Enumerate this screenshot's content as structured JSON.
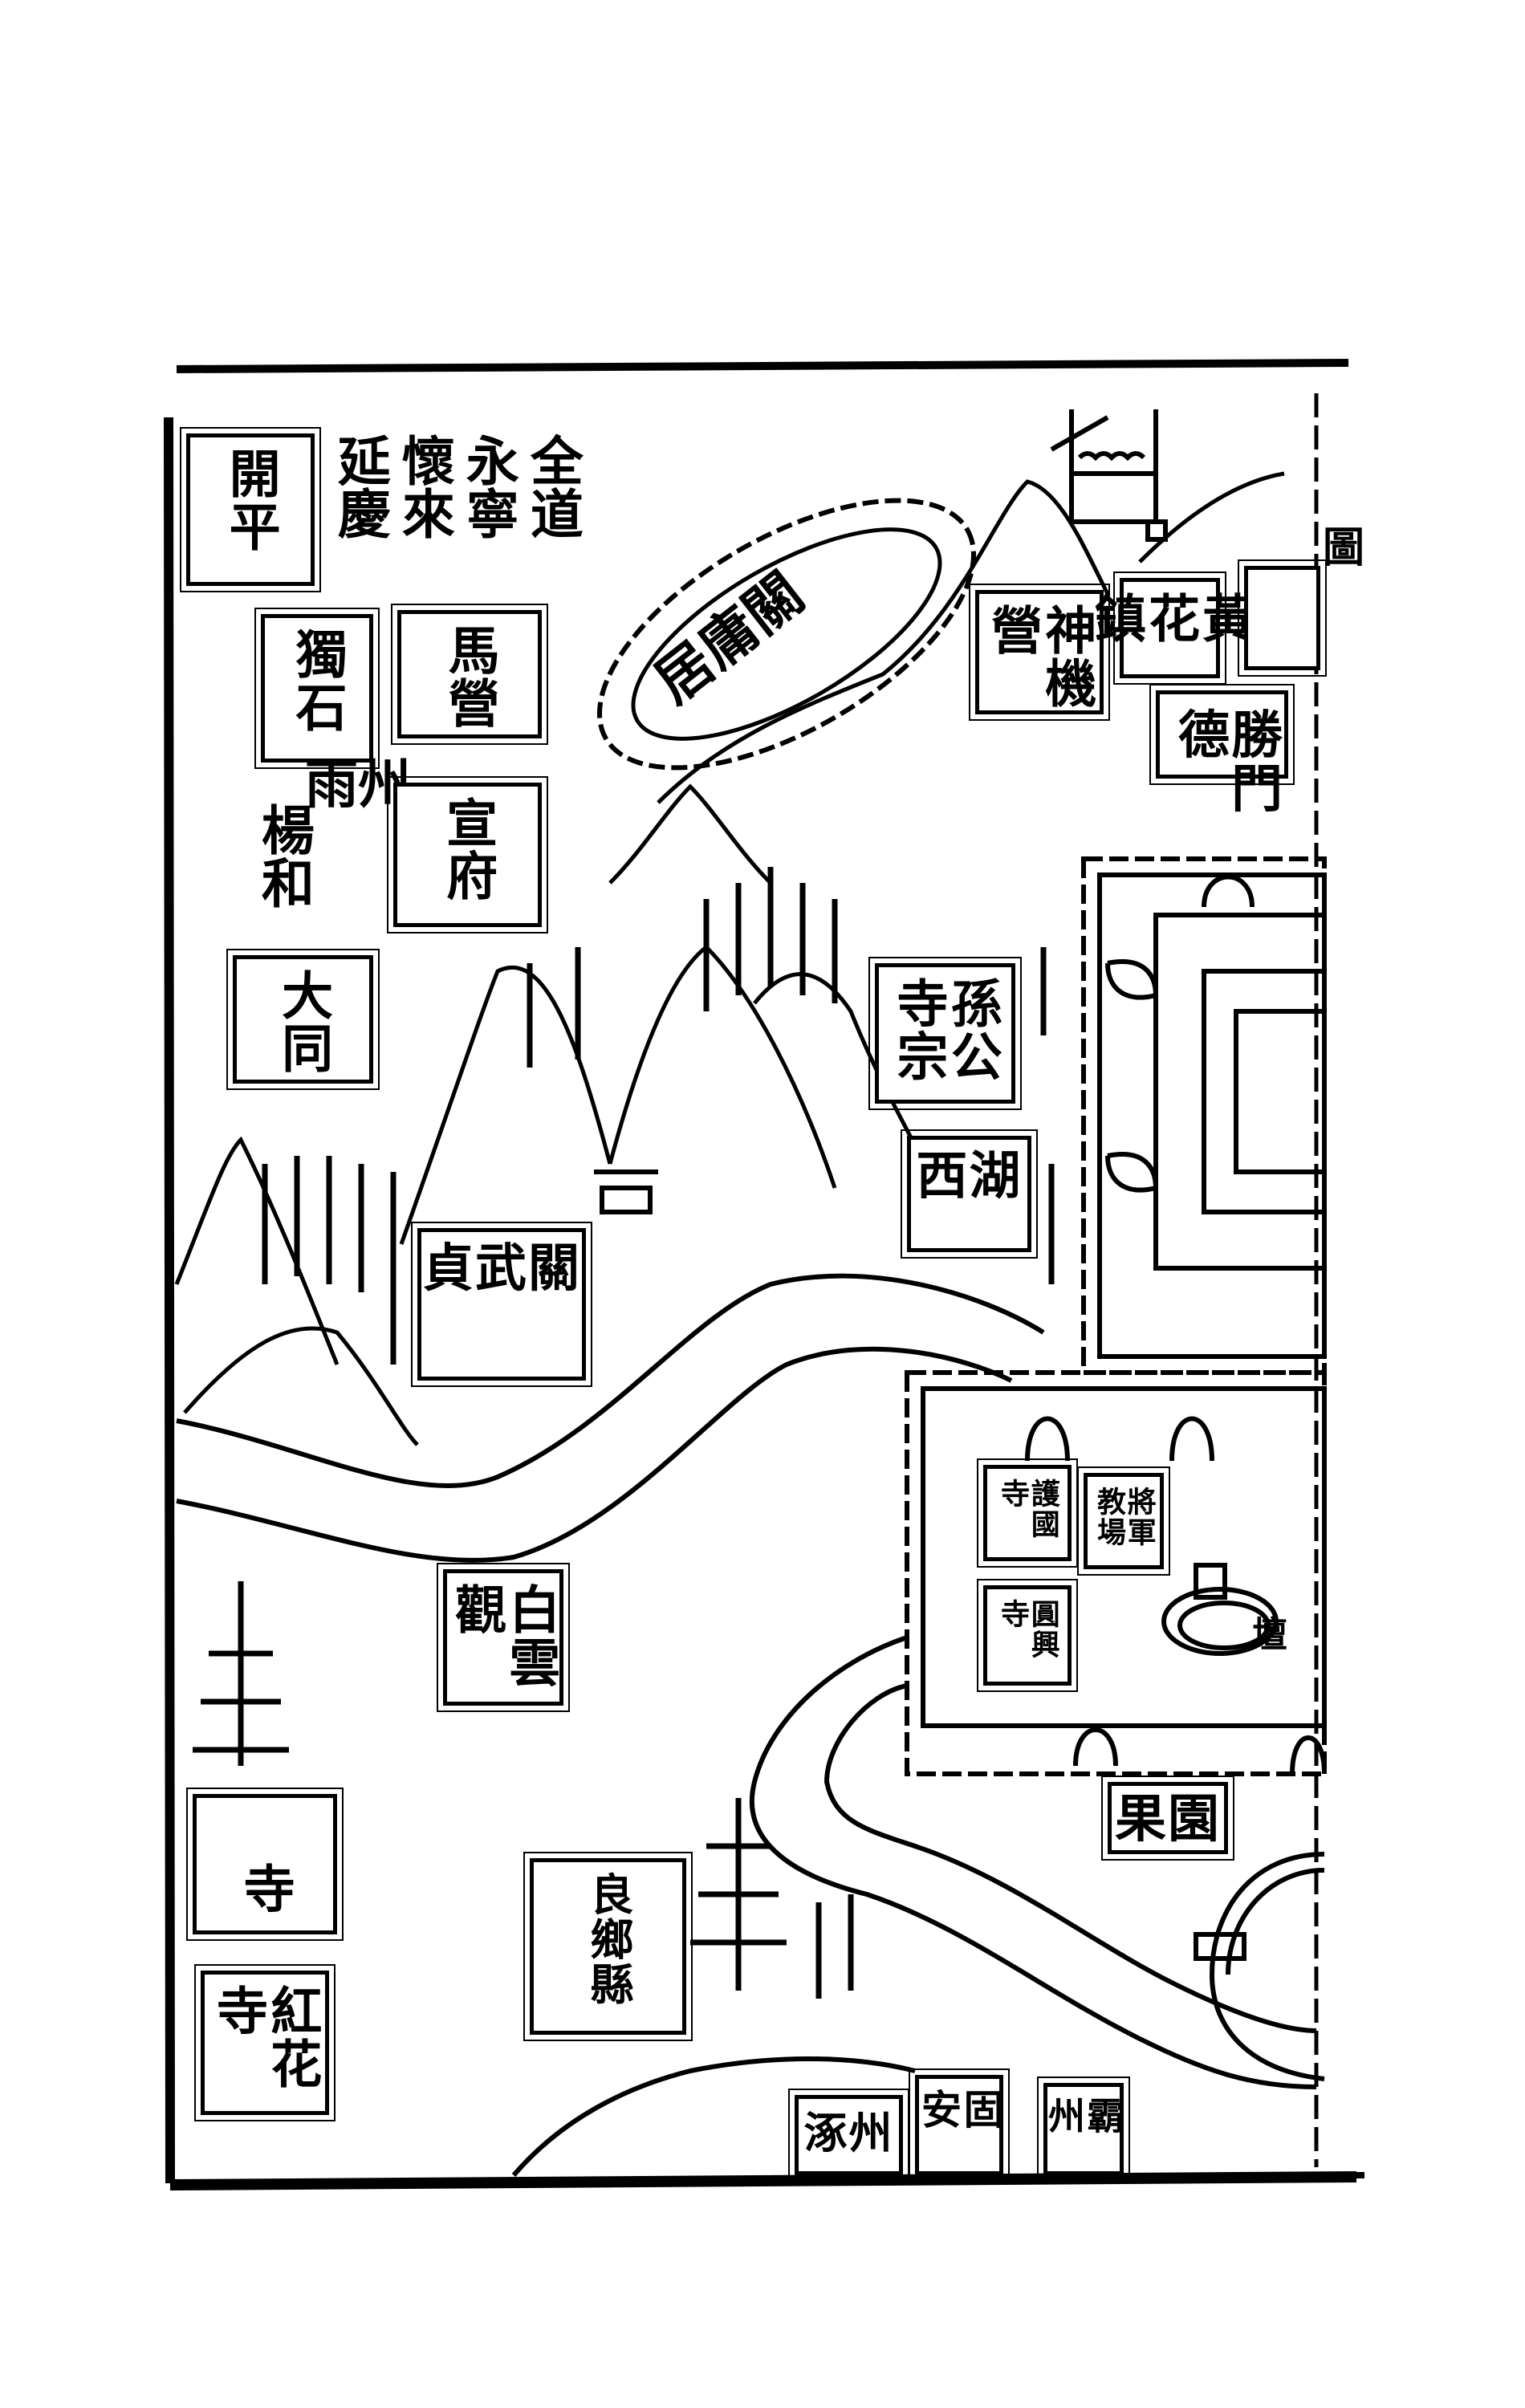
{
  "map": {
    "title_fragment_margin": "圖",
    "route_text": [
      "全道",
      "永寧",
      "懷來",
      "延慶"
    ],
    "free_labels": {
      "yuzhou": "雨州",
      "yanghe": "楊和"
    },
    "oval_label": "居庸關",
    "boxed_labels": [
      {
        "id": "kaiping",
        "text": "開平"
      },
      {
        "id": "dushi",
        "text": "獨石"
      },
      {
        "id": "maying",
        "text": "馬營"
      },
      {
        "id": "xuanfu",
        "text": "宣府"
      },
      {
        "id": "datong",
        "text": "大同"
      },
      {
        "id": "shenjiying",
        "text": "神機營"
      },
      {
        "id": "huanghuazhen",
        "text": "黃花鎮"
      },
      {
        "id": "deshengmen",
        "text": "德勝門"
      },
      {
        "id": "sungongsi",
        "text": "孫公寺宗"
      },
      {
        "id": "xihu",
        "text": "西湖"
      },
      {
        "id": "zhenwuguan",
        "text": "貞武關"
      },
      {
        "id": "huguosi",
        "text": "護國寺"
      },
      {
        "id": "jiangjun",
        "text": "將軍教場"
      },
      {
        "id": "yuanxingsi",
        "text": "圓興寺"
      },
      {
        "id": "baiyunguan",
        "text": "白雲觀"
      },
      {
        "id": "guoyuan",
        "text": "果園"
      },
      {
        "id": "si_fragment",
        "text": "寺"
      },
      {
        "id": "honghuasi",
        "text": "紅花寺"
      },
      {
        "id": "liangxiangxian",
        "text": "良鄉縣"
      },
      {
        "id": "zhuozhou",
        "text": "涿州"
      },
      {
        "id": "guan",
        "text": "固安"
      },
      {
        "id": "bazhou",
        "text": "霸州"
      }
    ],
    "altar_label": "壇"
  },
  "colors": {
    "ink": "#000000",
    "paper": "#ffffff"
  }
}
